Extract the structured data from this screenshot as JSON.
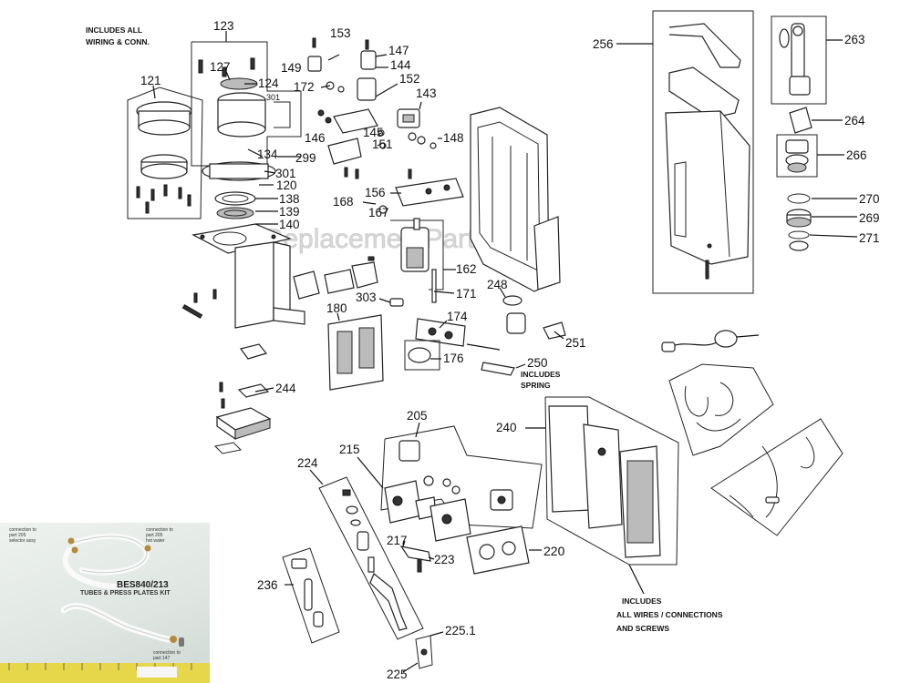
{
  "watermark": "eReplacementParts.com",
  "notes": {
    "n123a": "INCLUDES ALL",
    "n123b": "WIRING  & CONN.",
    "n250a": "INCLUDES",
    "n250b": "SPRING",
    "n240a": "INCLUDES",
    "n240b": "ALL WIRES / CONNECTIONS",
    "n240c": "AND SCREWS"
  },
  "labels": {
    "p121": "121",
    "p123": "123",
    "p124": "124",
    "p127": "127",
    "p301a": "301",
    "p301b": "301",
    "p153": "153",
    "p147": "147",
    "p149": "149",
    "p144": "144",
    "p172": "172",
    "p152": "152",
    "p143": "143",
    "p145": "145",
    "p146": "146",
    "p151": "151",
    "p148": "148",
    "p134": "134",
    "p299": "299",
    "p120": "120",
    "p138": "138",
    "p139": "139",
    "p140": "140",
    "p156": "156",
    "p168": "168",
    "p167": "167",
    "p162": "162",
    "p171": "171",
    "p303": "303",
    "p248": "248",
    "p180": "180",
    "p174": "174",
    "p176": "176",
    "p250": "250",
    "p251": "251",
    "p244": "244",
    "p256": "256",
    "p263": "263",
    "p264": "264",
    "p266": "266",
    "p270": "270",
    "p269": "269",
    "p271": "271",
    "p205": "205",
    "p215": "215",
    "p224": "224",
    "p240": "240",
    "p217": "217",
    "p223": "223",
    "p220": "220",
    "p236": "236",
    "p225_1": "225.1",
    "p225": "225"
  },
  "kit": {
    "title": "BES840/213",
    "subtitle": "TUBES & PRESS PLATES KIT",
    "tag1a": "connection to",
    "tag1b": "part 205",
    "tag1c": "selector assy",
    "tag2a": "connection to",
    "tag2b": "part 205",
    "tag2c": "hot water",
    "tag3a": "connection to",
    "tag3b": "part 147"
  }
}
